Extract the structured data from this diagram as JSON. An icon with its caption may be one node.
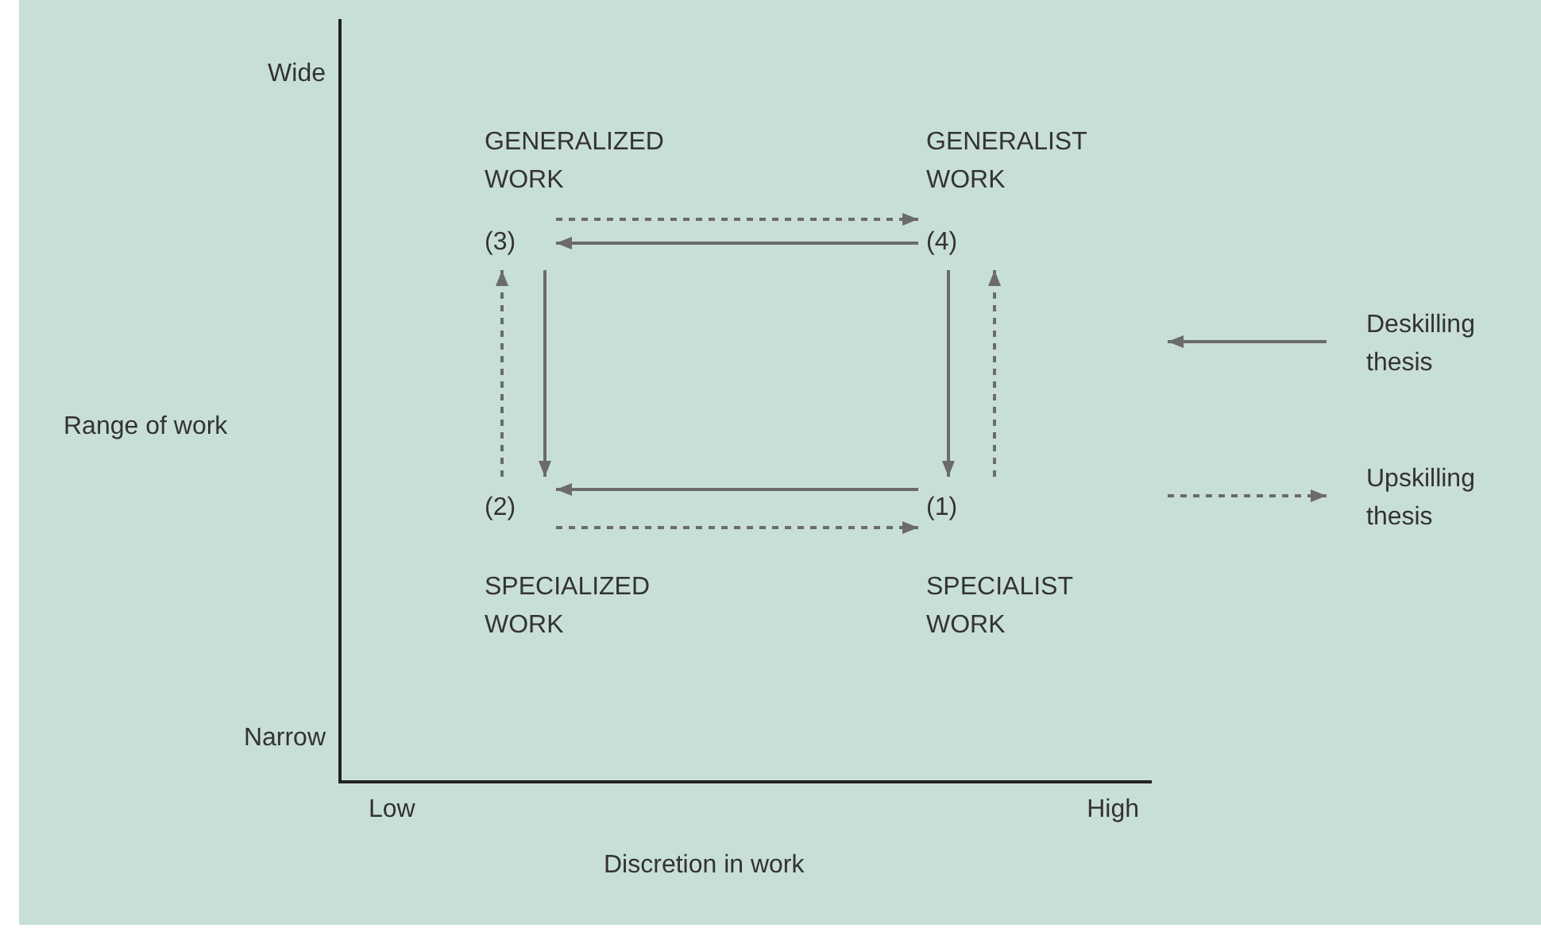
{
  "diagram": {
    "nodes": [
      {
        "text": [
          "(3)"
        ],
        "beside": [
          "GENERALIZED WORK"
        ]
      },
      {
        "text": [
          "(4)"
        ],
        "beside": [
          "GENERALIST WORK"
        ]
      },
      {
        "text": [
          "(2)"
        ],
        "beside": [
          "SPECIALIZED WORK"
        ]
      },
      {
        "text": [
          "(1)"
        ],
        "beside": [
          "SPECIALIST WORK"
        ]
      }
    ],
    "edges": [
      {
        "from": 0,
        "to": 1,
        "arrow": "to",
        "style": "dashed"
      },
      {
        "from": 1,
        "to": 0,
        "arrow": "to"
      },
      {
        "from": 2,
        "to": 0,
        "arrow": "to",
        "style": "dashed"
      },
      {
        "from": 0,
        "to": 2,
        "arrow": "to"
      },
      {
        "from": 1,
        "to": 3,
        "arrow": "to"
      },
      {
        "from": 3,
        "to": 1,
        "arrow": "to",
        "style": "dashed"
      },
      {
        "from": 3,
        "to": 2,
        "arrow": "to"
      },
      {
        "from": 2,
        "to": 3,
        "arrow": "to",
        "style": "dashed"
      }
    ],
    "labels": [
      "Wide",
      "Range of work",
      "Narrow",
      "Low",
      "High",
      "Discretion in work"
    ],
    "legend": [
      {
        "text": "Deskilling thesis"
      },
      {
        "text": "Upskilling thesis"
      }
    ]
  }
}
